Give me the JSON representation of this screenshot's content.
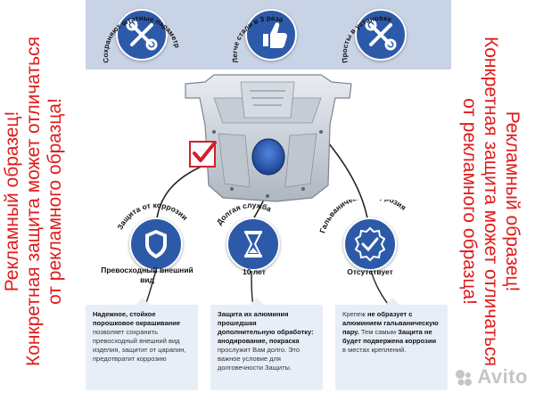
{
  "features": [
    {
      "label": "Сохраняют штатные параметры",
      "icon": "wrench-screwdriver-icon"
    },
    {
      "label": "Легче стали в 3 раза",
      "icon": "thumbs-up-icon"
    },
    {
      "label": "Просты в установке",
      "icon": "wrench-screwdriver-icon"
    }
  ],
  "badges": [
    {
      "arc": "Защита от коррозии",
      "caption": "Превосходный внешний вид",
      "icon": "shield-icon"
    },
    {
      "arc": "Долгая служба",
      "caption": "10 лет",
      "icon": "hourglass-icon"
    },
    {
      "arc": "Гальваническая коррозия",
      "caption": "Отсутствует",
      "icon": "check-badge-icon"
    }
  ],
  "cards": [
    {
      "bold": "Надежное, стойкое порошковое окрашивание",
      "rest": "позволяет сохранить превосходный внешний вид изделия, защитит от царапин, предотвратит коррозию"
    },
    {
      "bold1": "Защита их алюминия прошедшая дополнительную обработку: анодирование, покраска",
      "rest": "прослужит Вам долго. Это важное условие для долговечности Защиты."
    },
    {
      "t1": "Крепеж",
      "b1": "не образует",
      "t2": "с алюминием",
      "b2": "гальваническую пару.",
      "t3": "Тем самым",
      "b3": "Защита не будет подвержена коррозии",
      "t4": "в местах креплений."
    }
  ],
  "disclaimer": {
    "line1": "Рекламный образец!",
    "line2": "Конкретная защита может отличаться",
    "line3": "от рекламного образца!"
  },
  "watermark": "Avito",
  "colors": {
    "accent": "#2d5aa8",
    "band": "#c9d3e6",
    "warning": "#e01b1b",
    "card": "#e8eef8"
  }
}
